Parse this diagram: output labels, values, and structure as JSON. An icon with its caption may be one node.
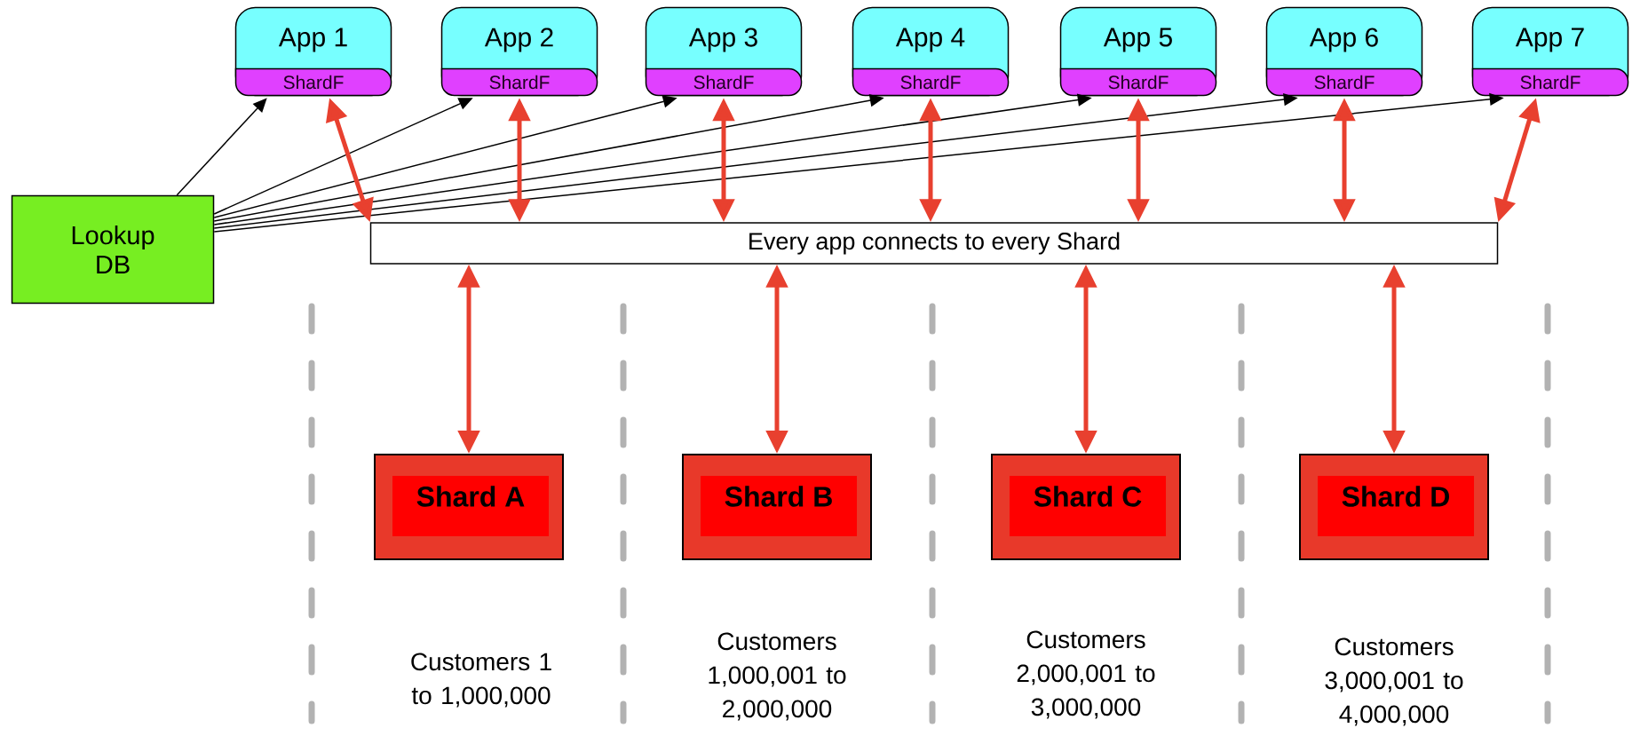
{
  "diagram": {
    "nodes": [
      {
        "text": [
          "Lookup DB"
        ]
      },
      {
        "text": [
          "App 1",
          "ShardF"
        ]
      },
      {
        "text": [
          "App 2",
          "ShardF"
        ]
      },
      {
        "text": [
          "App 3",
          "ShardF"
        ]
      },
      {
        "text": [
          "App 4",
          "ShardF"
        ]
      },
      {
        "text": [
          "App 5",
          "ShardF"
        ]
      },
      {
        "text": [
          "App 6",
          "ShardF"
        ]
      },
      {
        "text": [
          "App 7",
          "ShardF"
        ]
      },
      {
        "text": [
          "Every app connects to every Shard"
        ]
      },
      {
        "text": [
          "Shard A"
        ]
      },
      {
        "text": [
          "Shard B"
        ]
      },
      {
        "text": [
          "Shard C"
        ]
      },
      {
        "text": [
          "Shard D"
        ]
      }
    ],
    "edges": [
      {
        "from": 0,
        "to": 1,
        "arrow": "to",
        "color": "#000000"
      },
      {
        "from": 0,
        "to": 2,
        "arrow": "to",
        "color": "#000000"
      },
      {
        "from": 0,
        "to": 3,
        "arrow": "to",
        "color": "#000000"
      },
      {
        "from": 0,
        "to": 4,
        "arrow": "to",
        "color": "#000000"
      },
      {
        "from": 0,
        "to": 5,
        "arrow": "to",
        "color": "#000000"
      },
      {
        "from": 0,
        "to": 6,
        "arrow": "to",
        "color": "#000000"
      },
      {
        "from": 0,
        "to": 7,
        "arrow": "to",
        "color": "#000000"
      },
      {
        "from": 1,
        "to": 8,
        "arrow": "both"
      },
      {
        "from": 2,
        "to": 8,
        "arrow": "both"
      },
      {
        "from": 3,
        "to": 8,
        "arrow": "both"
      },
      {
        "from": 4,
        "to": 8,
        "arrow": "both"
      },
      {
        "from": 5,
        "to": 8,
        "arrow": "both"
      },
      {
        "from": 6,
        "to": 8,
        "arrow": "both"
      },
      {
        "from": 7,
        "to": 8,
        "arrow": "both"
      },
      {
        "from": 8,
        "to": 9,
        "arrow": "both"
      },
      {
        "from": 8,
        "to": 10,
        "arrow": "both"
      },
      {
        "from": 8,
        "to": 11,
        "arrow": "both"
      },
      {
        "from": 8,
        "to": 12,
        "arrow": "both"
      }
    ],
    "labels": [
      "Customers 1 to 1,000,000",
      "Customers 1,000,001 to 2,000,000",
      "Customers 2,000,001 to 3,000,000",
      "Customers 3,000,001 to 4,000,000"
    ]
  }
}
